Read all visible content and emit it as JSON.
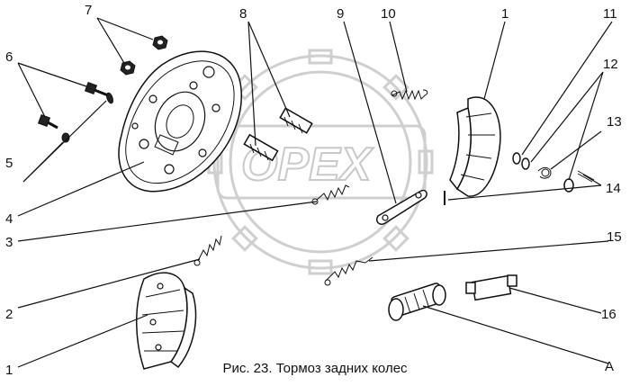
{
  "caption": "Рис. 23. Тормоз задних колес",
  "watermark": "OPEX",
  "callouts": [
    "1",
    "1",
    "2",
    "3",
    "4",
    "5",
    "6",
    "7",
    "8",
    "9",
    "10",
    "11",
    "12",
    "13",
    "14",
    "15",
    "16",
    "A"
  ],
  "parts": [
    "brake-shoe-with-lining",
    "shoe-return-spring",
    "lower-spring",
    "brake-shield",
    "washer",
    "bolt",
    "nut",
    "eccentric-pin",
    "parking-lever",
    "upper-spring",
    "cotter-pin",
    "washer-pair",
    "spring-clip",
    "pin",
    "spacer-strut",
    "wheel-cylinder",
    "wheel-cylinder-assembly"
  ]
}
